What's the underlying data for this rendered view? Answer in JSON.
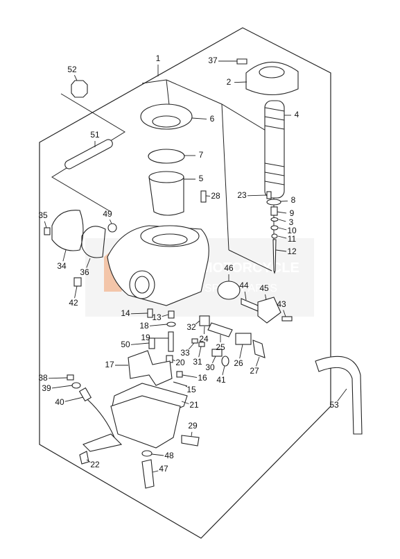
{
  "diagram": {
    "callouts": {
      "p1": "1",
      "p2": "2",
      "p3": "3",
      "p4": "4",
      "p5": "5",
      "p6": "6",
      "p7": "7",
      "p8": "8",
      "p9": "9",
      "p10": "10",
      "p11": "11",
      "p12": "12",
      "p13": "13",
      "p14": "14",
      "p15": "15",
      "p16": "16",
      "p17": "17",
      "p18": "18",
      "p19": "19",
      "p20": "20",
      "p21": "21",
      "p22": "22",
      "p23": "23",
      "p24": "24",
      "p25": "25",
      "p26": "26",
      "p27": "27",
      "p28": "28",
      "p29": "29",
      "p30": "30",
      "p31": "31",
      "p32": "32",
      "p33": "33",
      "p34": "34",
      "p35": "35",
      "p36": "36",
      "p37": "37",
      "p38": "38",
      "p39": "39",
      "p40": "40",
      "p41": "41",
      "p42": "42",
      "p43": "43",
      "p44": "44",
      "p45": "45",
      "p46": "46",
      "p47": "47",
      "p48": "48",
      "p49": "49",
      "p50": "50",
      "p51": "51",
      "p52": "52",
      "p53": "53"
    }
  },
  "watermark": {
    "line1": "MOTORCYCLE",
    "line2": "SPAREPARTS",
    "accent_color": "#e8722a",
    "text_color": "#c8c8c8"
  }
}
